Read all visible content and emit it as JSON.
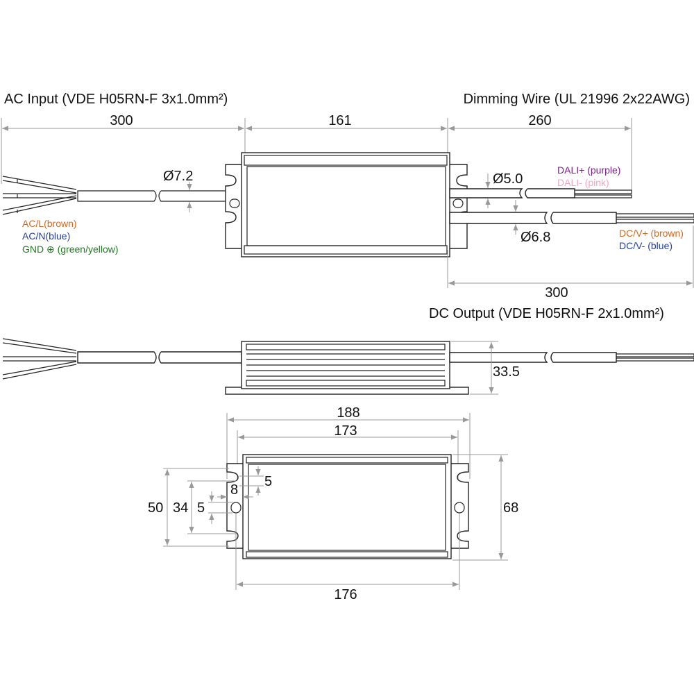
{
  "labels": {
    "ac_input": "AC Input (VDE H05RN-F 3x1.0mm²)",
    "dimming_wire": "Dimming Wire (UL 21996 2x22AWG)",
    "dc_output": "DC Output (VDE H05RN-F 2x1.0mm²)"
  },
  "wires": {
    "ac_l": "AC/L(brown)",
    "ac_n": "AC/N(blue)",
    "gnd": "GND ⊕ (green/yellow)",
    "dali_plus": "DALI+ (purple)",
    "dali_minus": "DALI- (pink)",
    "dc_plus": "DC/V+ (brown)",
    "dc_minus": "DC/V- (blue)"
  },
  "colors": {
    "brown": "#d2691e",
    "blue": "#1f3fa0",
    "green": "#1e7a1e",
    "purple": "#7a1f8a",
    "pink": "#f0a8c0"
  },
  "dimensions": {
    "ac_length": "300",
    "body_length": "161",
    "dim_length": "260",
    "dc_length": "300",
    "ac_dia": "Ø7.2",
    "dim_dia": "Ø5.0",
    "dc_dia": "Ø6.8",
    "height": "33.5",
    "overall_length": "188",
    "tab_pitch": "173",
    "hole_pitch": "176",
    "width": "68",
    "slot_span": "50",
    "slot_inner": "34",
    "hole_dia": "5",
    "tab_depth": "8",
    "slot_width": "5"
  }
}
